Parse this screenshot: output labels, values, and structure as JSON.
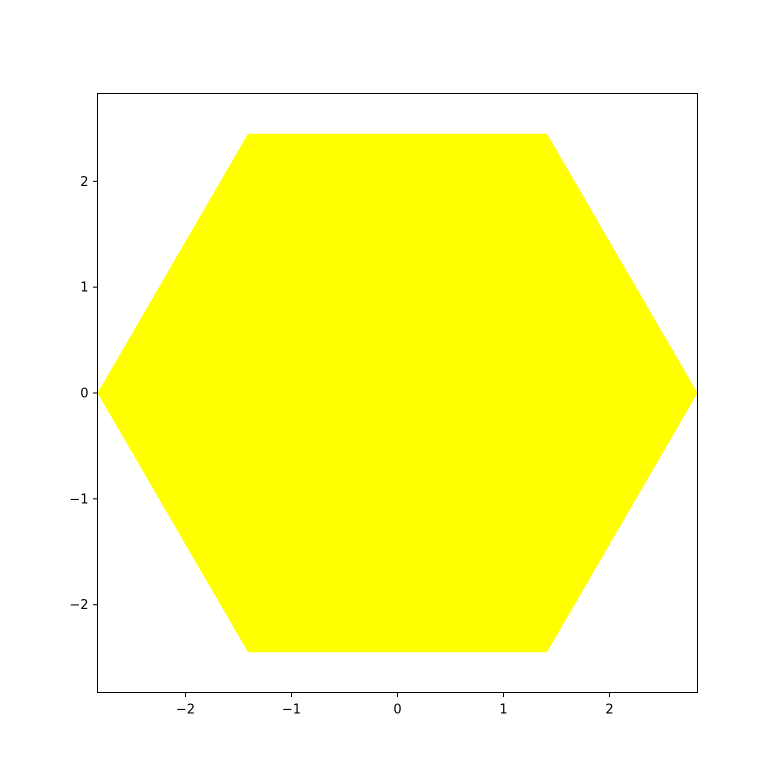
{
  "chart_data": {
    "type": "area",
    "title": "",
    "xlabel": "",
    "ylabel": "",
    "xlim": [
      -2.83,
      2.83
    ],
    "ylim": [
      -2.83,
      2.83
    ],
    "grid": false,
    "legend": "none",
    "x_ticks": [
      -2,
      -1,
      0,
      1,
      2
    ],
    "y_ticks": [
      -2,
      -1,
      0,
      1,
      2
    ],
    "x_tick_labels": [
      "−2",
      "−1",
      "0",
      "1",
      "2"
    ],
    "y_tick_labels": [
      "−2",
      "−1",
      "0",
      "1",
      "2"
    ],
    "series": [
      {
        "shape": "regular hexagon",
        "color": "#ffff00",
        "vertices": [
          {
            "x": 2.83,
            "y": 0
          },
          {
            "x": 1.41,
            "y": 2.45
          },
          {
            "x": -1.41,
            "y": 2.45
          },
          {
            "x": -2.83,
            "y": 0
          },
          {
            "x": -1.41,
            "y": -2.45
          },
          {
            "x": 1.41,
            "y": -2.45
          }
        ]
      }
    ]
  }
}
